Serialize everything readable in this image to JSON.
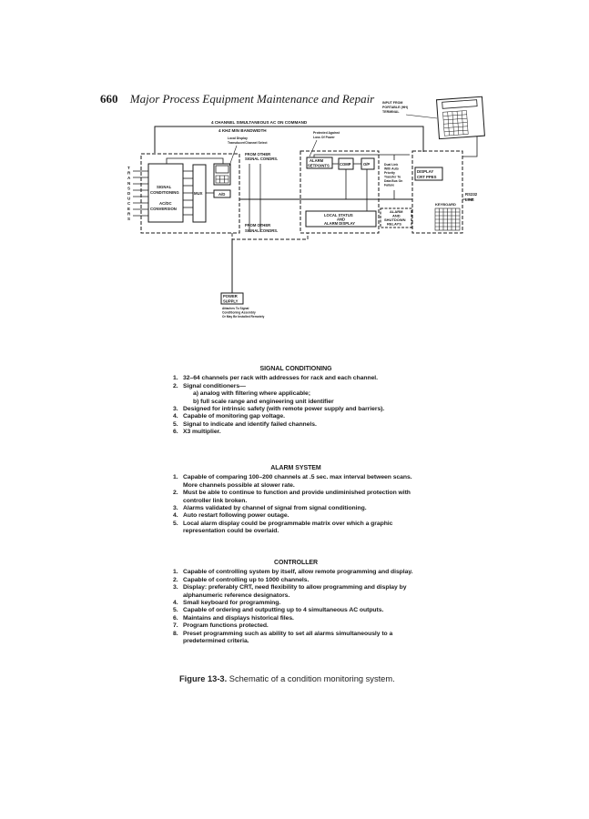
{
  "header": {
    "page_number": "660",
    "book_title": "Major Process Equipment Maintenance and Repair"
  },
  "diagram": {
    "top_label": "4 CHANNEL SIMULTANEOUS   AC ON COMMAND",
    "bandwidth_label": "4 KHZ MIN BANDWIDTH",
    "transducers": "TRANSDUCERS",
    "signal_conditioning": [
      "SIGNAL",
      "CONDITIONING",
      "AC/DC",
      "CONVERSION"
    ],
    "mux": "MUX",
    "ad": "A/D",
    "local_display_note": [
      "Local Display",
      "Transducer/Channel Select"
    ],
    "from_other_top": [
      "FROM OTHER",
      "SIGNAL CONDRS."
    ],
    "from_other_bottom": [
      "FROM OTHER",
      "SIGNAL CONDRS."
    ],
    "protected_note": [
      "Protected Against",
      "Loss Of Power"
    ],
    "alarm_setpoints": [
      "ALARM",
      "SETPOINTS"
    ],
    "comp": "COMP",
    "op": "O/P",
    "dual_link_note": [
      "Dual Link",
      "With Auto",
      "Priority",
      "Transfer To",
      "Data Bus On",
      "Failure"
    ],
    "local_status": [
      "LOCAL  STATUS",
      "AND",
      "ALARM DISPLAY"
    ],
    "alarm_relays": [
      "ALARM",
      "AND",
      "SHUTDOWN",
      "RELAYS"
    ],
    "display": [
      "DISPLAY",
      "CRT PPES"
    ],
    "keyboard": "KEYBOARD",
    "rs232": [
      "RS232",
      "LINE"
    ],
    "portable_input": [
      "INPUT FROM",
      "PORTABLE (HH)",
      "TERMINAL"
    ],
    "power_supply": [
      "POWER",
      "SUPPLY"
    ],
    "power_note": [
      "Attaches To Signal",
      "Conditioning Assembly",
      "Or May Be Installed Remotely"
    ]
  },
  "sections": [
    {
      "title": "SIGNAL CONDITIONING",
      "items": [
        {
          "n": "1.",
          "text": "32–64 channels per rack with addresses for rack and each channel."
        },
        {
          "n": "2.",
          "text": "Signal conditioners—",
          "sub": [
            "a) analog with filtering where applicable;",
            "b) full scale range and engineering unit identifier"
          ]
        },
        {
          "n": "3.",
          "text": "Designed for intrinsic safety (with remote power supply and barriers)."
        },
        {
          "n": "4.",
          "text": "Capable of monitoring gap voltage."
        },
        {
          "n": "5.",
          "text": "Signal to indicate and identify failed channels."
        },
        {
          "n": "6.",
          "text": "X3 multiplier."
        }
      ]
    },
    {
      "title": "ALARM SYSTEM",
      "items": [
        {
          "n": "1.",
          "text": "Capable of comparing 100–200 channels at .5 sec. max interval between scans. More channels possible at slower rate."
        },
        {
          "n": "2.",
          "text": "Must be able to continue to function and provide undiminished protection with controller link broken."
        },
        {
          "n": "3.",
          "text": "Alarms validated by channel of signal from signal conditioning."
        },
        {
          "n": "4.",
          "text": "Auto restart following power outage."
        },
        {
          "n": "5.",
          "text": "Local alarm display could be programmable matrix over which a graphic representation could be overlaid."
        }
      ]
    },
    {
      "title": "CONTROLLER",
      "items": [
        {
          "n": "1.",
          "text": "Capable of controlling system by itself, allow remote programming and display."
        },
        {
          "n": "2.",
          "text": "Capable of controlling up to 1000 channels."
        },
        {
          "n": "3.",
          "text": "Display: preferably CRT, need flexibility to allow programming and display by alphanumeric reference designators."
        },
        {
          "n": "4.",
          "text": "Small keyboard for programming."
        },
        {
          "n": "5.",
          "text": "Capable of ordering and outputting up to 4 simultaneous AC outputs."
        },
        {
          "n": "6.",
          "text": "Maintains and displays historical files."
        },
        {
          "n": "7.",
          "text": "Program functions protected."
        },
        {
          "n": "8.",
          "text": "Preset programming such as ability to set all alarms simultaneously to a predetermined criteria."
        }
      ]
    }
  ],
  "caption": {
    "label": "Figure 13-3.",
    "text": "Schematic of a condition monitoring system."
  }
}
